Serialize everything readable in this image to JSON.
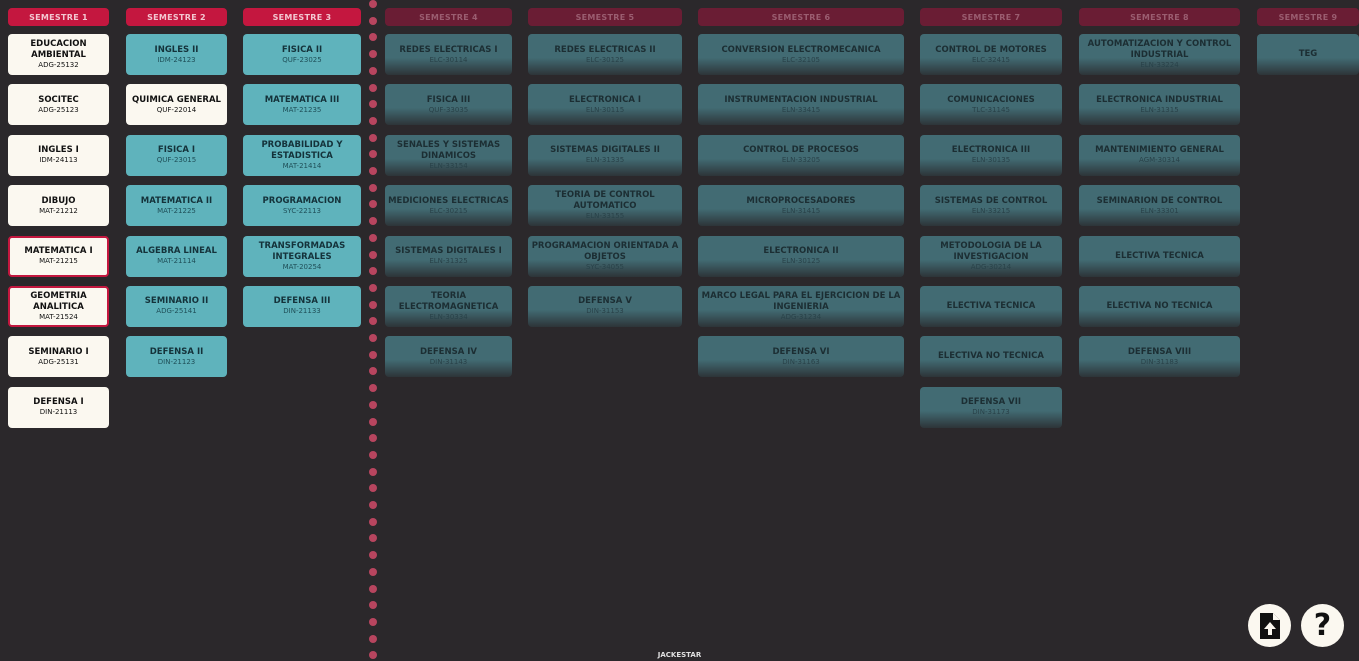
{
  "semesters": [
    {
      "label": "SEMESTRE 1",
      "state": "active",
      "courses": [
        {
          "name": "EDUCACION AMBIENTAL",
          "code": "ADG-25132",
          "style": "white"
        },
        {
          "name": "SOCITEC",
          "code": "ADG-25123",
          "style": "white"
        },
        {
          "name": "INGLES I",
          "code": "IDM-24113",
          "style": "white"
        },
        {
          "name": "DIBUJO",
          "code": "MAT-21212",
          "style": "white"
        },
        {
          "name": "MATEMATICA I",
          "code": "MAT-21215",
          "style": "white-red"
        },
        {
          "name": "GEOMETRIA ANALITICA",
          "code": "MAT-21524",
          "style": "white-red"
        },
        {
          "name": "SEMINARIO I",
          "code": "ADG-25131",
          "style": "white"
        },
        {
          "name": "DEFENSA I",
          "code": "DIN-21113",
          "style": "white"
        }
      ]
    },
    {
      "label": "SEMESTRE 2",
      "state": "active",
      "courses": [
        {
          "name": "INGLES II",
          "code": "IDM-24123",
          "style": "teal"
        },
        {
          "name": "QUIMICA GENERAL",
          "code": "QUF-22014",
          "style": "white"
        },
        {
          "name": "FISICA I",
          "code": "QUF-23015",
          "style": "teal"
        },
        {
          "name": "MATEMATICA II",
          "code": "MAT-21225",
          "style": "teal"
        },
        {
          "name": "ALGEBRA LINEAL",
          "code": "MAT-21114",
          "style": "teal"
        },
        {
          "name": "SEMINARIO II",
          "code": "ADG-25141",
          "style": "teal"
        },
        {
          "name": "DEFENSA II",
          "code": "DIN-21123",
          "style": "teal"
        }
      ]
    },
    {
      "label": "SEMESTRE 3",
      "state": "active",
      "courses": [
        {
          "name": "FISICA II",
          "code": "QUF-23025",
          "style": "teal"
        },
        {
          "name": "MATEMATICA III",
          "code": "MAT-21235",
          "style": "teal"
        },
        {
          "name": "PROBABILIDAD Y ESTADISTICA",
          "code": "MAT-21414",
          "style": "teal"
        },
        {
          "name": "PROGRAMACION",
          "code": "SYC-22113",
          "style": "teal"
        },
        {
          "name": "TRANSFORMADAS INTEGRALES",
          "code": "MAT-20254",
          "style": "teal"
        },
        {
          "name": "DEFENSA III",
          "code": "DIN-21133",
          "style": "teal"
        }
      ]
    },
    {
      "label": "SEMESTRE 4",
      "state": "dim",
      "courses": [
        {
          "name": "REDES ELECTRICAS I",
          "code": "ELC-30114",
          "style": "dim"
        },
        {
          "name": "FISICA III",
          "code": "QUF-33035",
          "style": "dim"
        },
        {
          "name": "SENALES Y SISTEMAS DINAMICOS",
          "code": "ELN-33154",
          "style": "dim"
        },
        {
          "name": "MEDICIONES ELECTRICAS",
          "code": "ELC-30215",
          "style": "dim"
        },
        {
          "name": "SISTEMAS DIGITALES I",
          "code": "ELN-31325",
          "style": "dim"
        },
        {
          "name": "TEORIA ELECTROMAGNETICA",
          "code": "ELN-30334",
          "style": "dim"
        },
        {
          "name": "DEFENSA IV",
          "code": "DIN-31143",
          "style": "dim"
        }
      ]
    },
    {
      "label": "SEMESTRE 5",
      "state": "dim",
      "courses": [
        {
          "name": "REDES ELECTRICAS II",
          "code": "ELC-30125",
          "style": "dim"
        },
        {
          "name": "ELECTRONICA I",
          "code": "ELN-30115",
          "style": "dim"
        },
        {
          "name": "SISTEMAS DIGITALES II",
          "code": "ELN-31335",
          "style": "dim"
        },
        {
          "name": "TEORIA DE CONTROL AUTOMATICO",
          "code": "ELN-33155",
          "style": "dim"
        },
        {
          "name": "PROGRAMACION ORIENTADA A OBJETOS",
          "code": "SYC-34055",
          "style": "dim"
        },
        {
          "name": "DEFENSA V",
          "code": "DIN-31153",
          "style": "dim"
        }
      ]
    },
    {
      "label": "SEMESTRE 6",
      "state": "dim",
      "courses": [
        {
          "name": "CONVERSION ELECTROMECANICA",
          "code": "ELC-32105",
          "style": "dim"
        },
        {
          "name": "INSTRUMENTACION INDUSTRIAL",
          "code": "ELN-33415",
          "style": "dim"
        },
        {
          "name": "CONTROL DE PROCESOS",
          "code": "ELN-33205",
          "style": "dim"
        },
        {
          "name": "MICROPROCESADORES",
          "code": "ELN-31415",
          "style": "dim"
        },
        {
          "name": "ELECTRONICA II",
          "code": "ELN-30125",
          "style": "dim"
        },
        {
          "name": "MARCO LEGAL PARA EL EJERCICION DE LA INGENIERIA",
          "code": "ADG-31234",
          "style": "dim"
        },
        {
          "name": "DEFENSA VI",
          "code": "DIN-31163",
          "style": "dim"
        }
      ]
    },
    {
      "label": "SEMESTRE 7",
      "state": "dim",
      "courses": [
        {
          "name": "CONTROL DE MOTORES",
          "code": "ELC-32415",
          "style": "dim"
        },
        {
          "name": "COMUNICACIONES",
          "code": "TLC-31145",
          "style": "dim"
        },
        {
          "name": "ELECTRONICA III",
          "code": "ELN-30135",
          "style": "dim"
        },
        {
          "name": "SISTEMAS DE CONTROL",
          "code": "ELN-33215",
          "style": "dim"
        },
        {
          "name": "METODOLOGIA DE LA INVESTIGACION",
          "code": "ADG-30214",
          "style": "dim"
        },
        {
          "name": "ELECTIVA TECNICA",
          "code": "",
          "style": "dim"
        },
        {
          "name": "ELECTIVA NO TECNICA",
          "code": "",
          "style": "dim"
        },
        {
          "name": "DEFENSA VII",
          "code": "DIN-31173",
          "style": "dim"
        }
      ]
    },
    {
      "label": "SEMESTRE 8",
      "state": "dim",
      "courses": [
        {
          "name": "AUTOMATIZACION Y CONTROL INDUSTRIAL",
          "code": "ELN-33224",
          "style": "dim"
        },
        {
          "name": "ELECTRONICA INDUSTRIAL",
          "code": "ELN-31315",
          "style": "dim"
        },
        {
          "name": "MANTENIMIENTO GENERAL",
          "code": "AGM-30314",
          "style": "dim"
        },
        {
          "name": "SEMINARION DE CONTROL",
          "code": "ELN-33301",
          "style": "dim"
        },
        {
          "name": "ELECTIVA TECNICA",
          "code": "",
          "style": "dim"
        },
        {
          "name": "ELECTIVA NO TECNICA",
          "code": "",
          "style": "dim"
        },
        {
          "name": "DEFENSA VIII",
          "code": "DIN-31183",
          "style": "dim"
        }
      ]
    },
    {
      "label": "SEMESTRE 9",
      "state": "dim",
      "courses": [
        {
          "name": "TEG",
          "code": "",
          "style": "dim"
        }
      ]
    }
  ],
  "footer_text": "JACKESTAR",
  "actions": {
    "export_icon": "file-upload-icon",
    "help_label": "?"
  },
  "colors": {
    "background": "#2b282b",
    "accent": "#c4173f",
    "teal": "#5fb3bc",
    "card_white": "#fbf8f0"
  }
}
